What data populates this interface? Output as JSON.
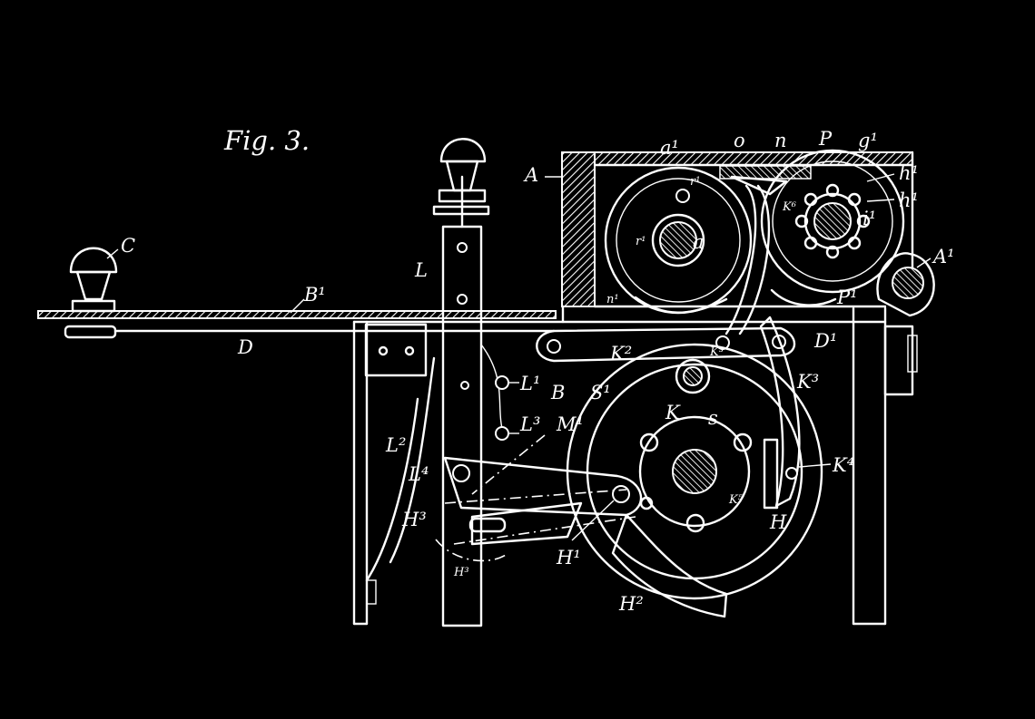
{
  "figure": {
    "title": "Fig. 3.",
    "background": "#000000",
    "ink": "#ffffff"
  },
  "labels": {
    "A": "A",
    "A1": "A¹",
    "a": "a",
    "a1": "a¹",
    "o": "o",
    "n": "n",
    "P": "P",
    "g1": "g¹",
    "h1": "h¹",
    "h2": "h¹",
    "i1": "i¹",
    "K6": "K⁶",
    "r1a": "r¹",
    "r1b": "r¹",
    "n1": "n¹",
    "P1": "P¹",
    "C": "C",
    "B1": "B¹",
    "D": "D",
    "L": "L",
    "K2": "K²",
    "K3a": "K³",
    "K3b": "K³",
    "D1": "D¹",
    "L1": "L¹",
    "B": "B",
    "S1": "S¹",
    "L3": "L³",
    "M1": "M¹",
    "K": "K",
    "s": "s",
    "L2": "L²",
    "L4": "L⁴",
    "K4": "K⁴",
    "K5": "K⁵",
    "H3": "H³",
    "H1": "H¹",
    "H": "H",
    "H13": "H³",
    "H2": "H²"
  }
}
